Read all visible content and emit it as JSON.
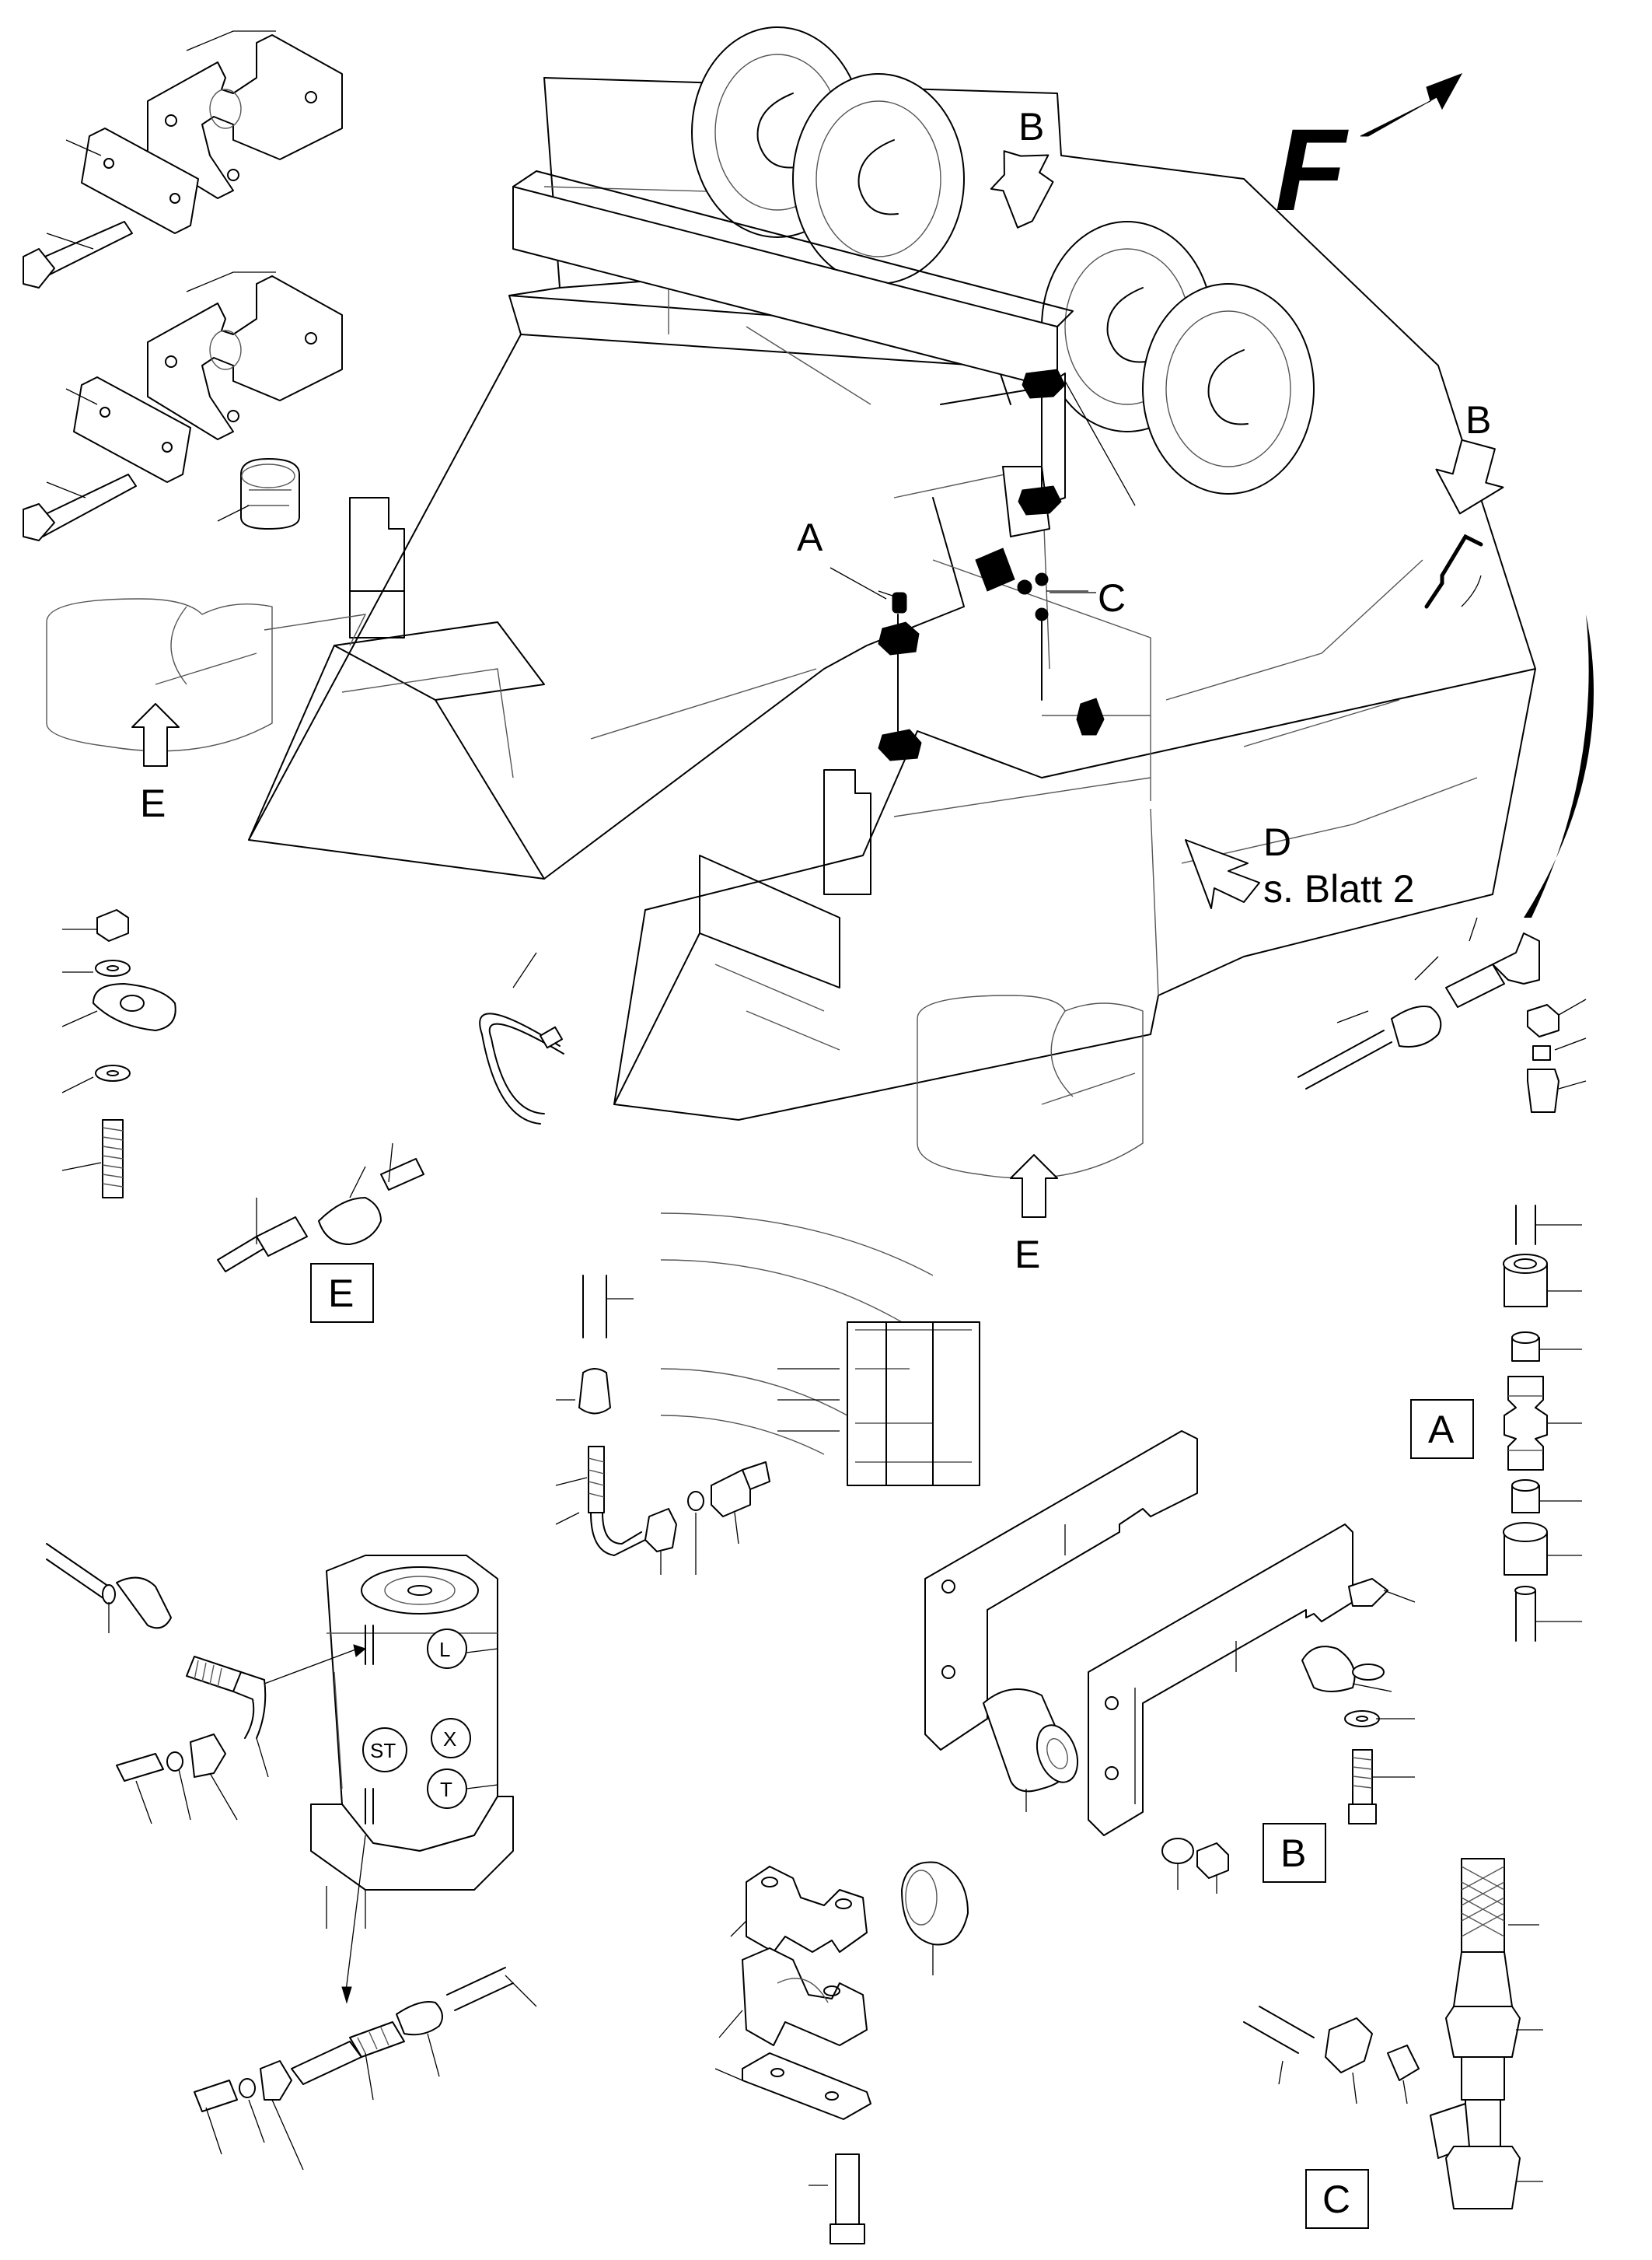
{
  "labels": {
    "front": "F",
    "a": "A",
    "b_top": "B",
    "b_right": "B",
    "c": "C",
    "d": "D",
    "blatt": "s. Blatt 2",
    "e_left": "E",
    "e_center": "E"
  },
  "detail_boxes": {
    "a": "A",
    "b": "B",
    "c": "C",
    "e": "E"
  },
  "port_markers": {
    "l": "L",
    "x": "X",
    "st": "ST",
    "t": "T"
  }
}
